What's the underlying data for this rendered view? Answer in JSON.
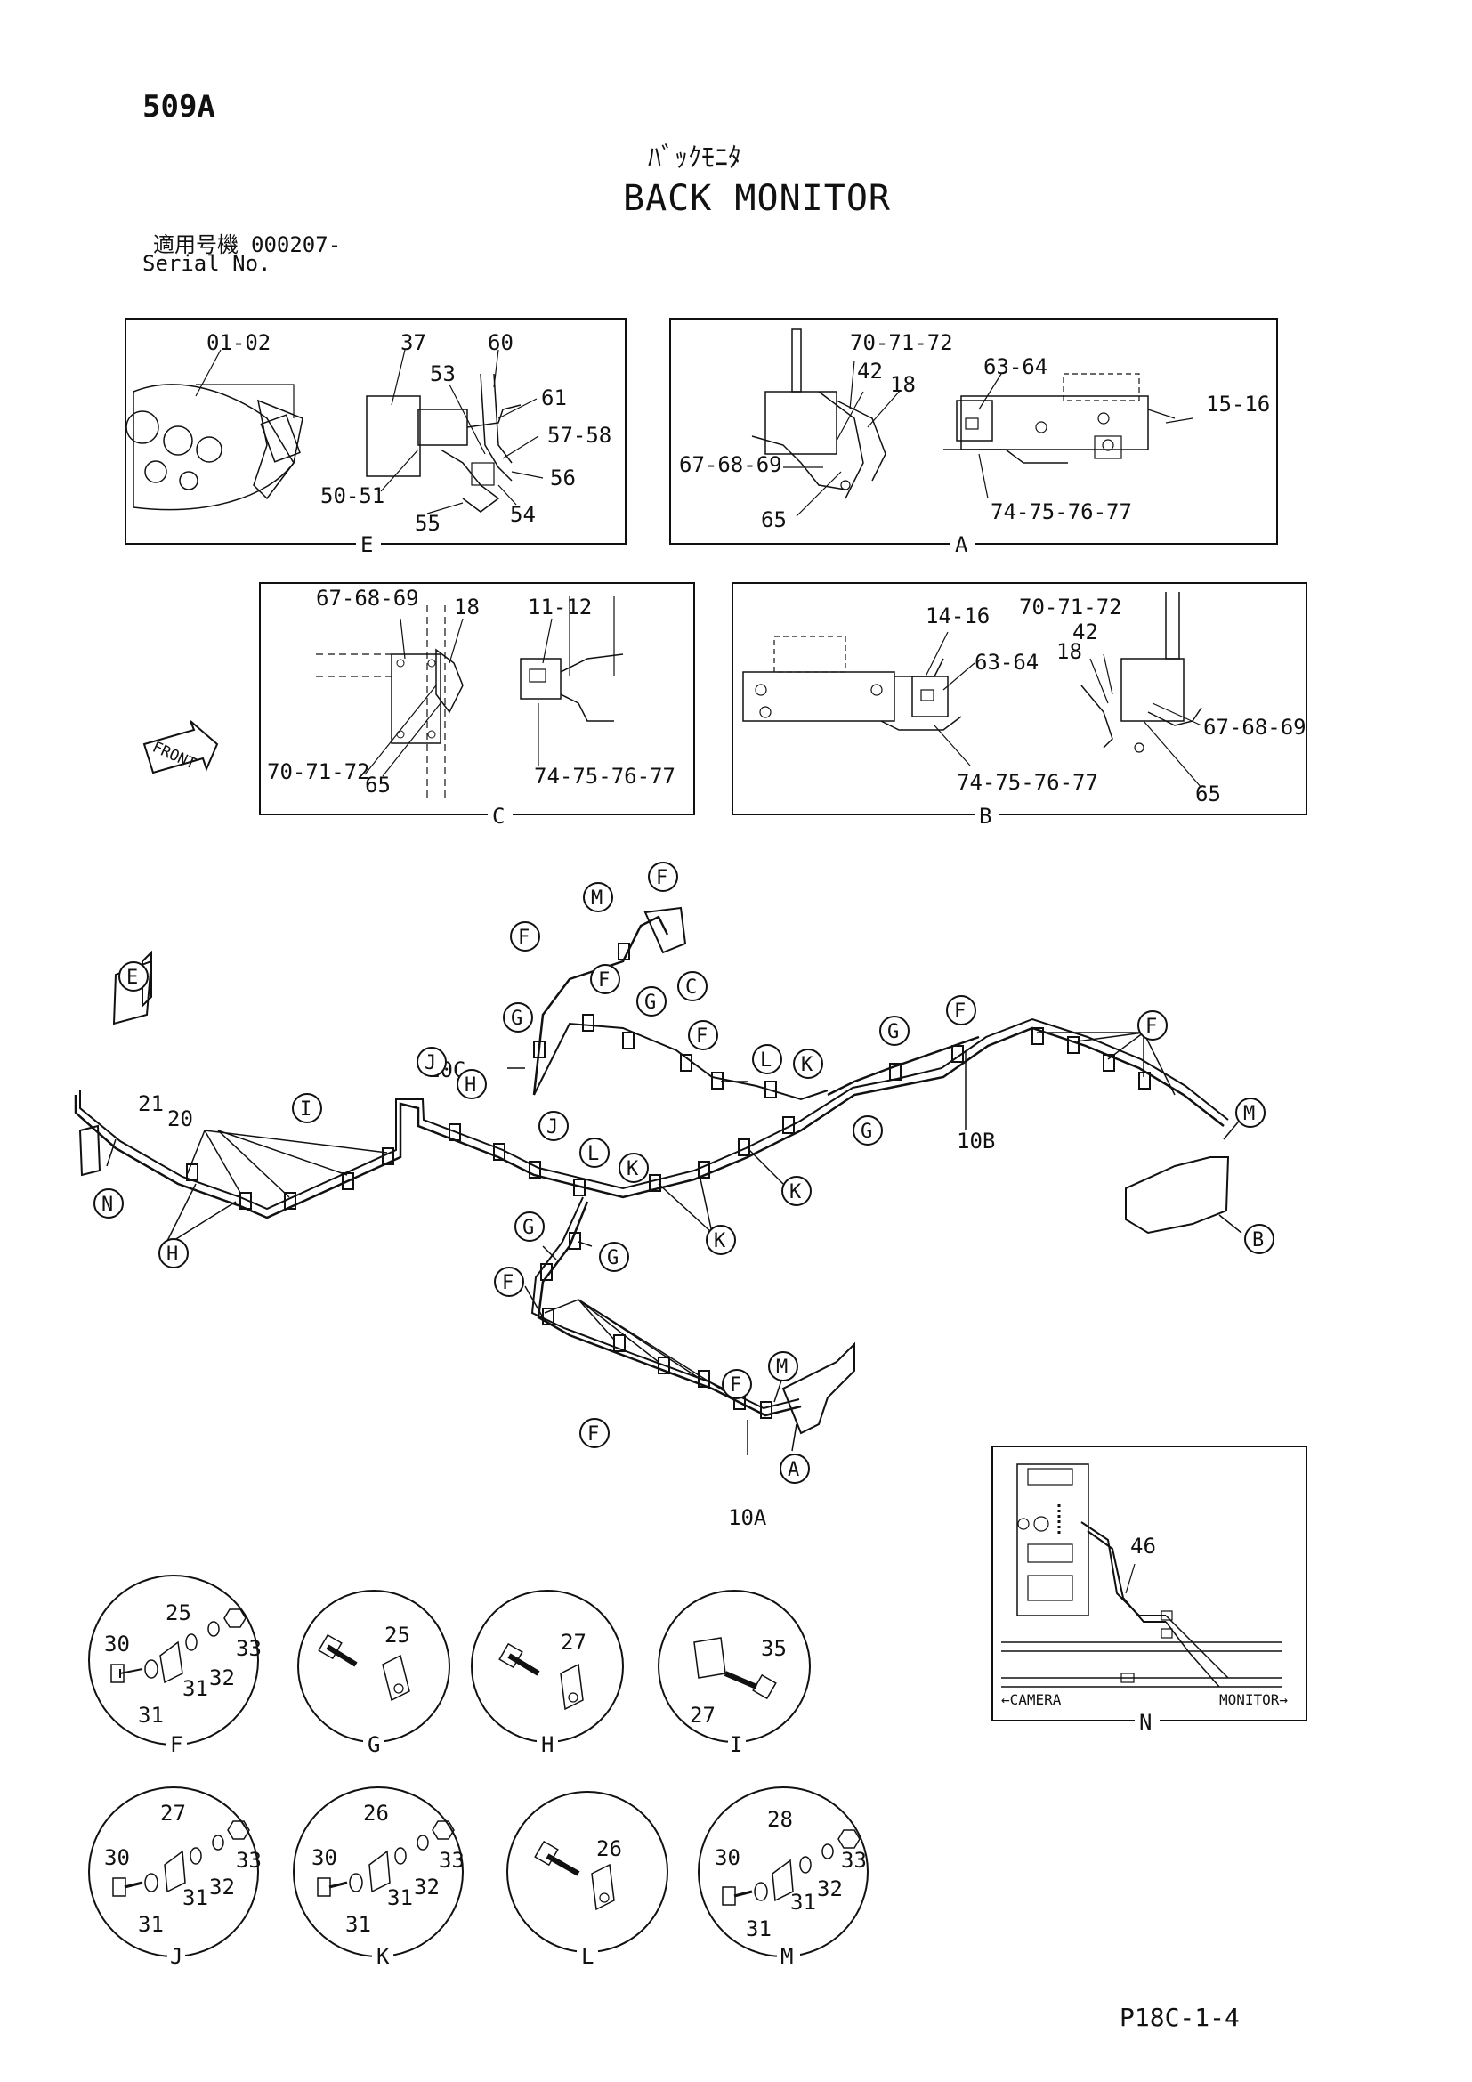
{
  "header": {
    "page_code": "509A",
    "title_jp": "ﾊﾞｯｸﾓﾆﾀ",
    "title_en": "BACK MONITOR",
    "serial_label_jp": "適用号機",
    "serial_value": "000207-",
    "serial_label_en": "Serial No."
  },
  "footer": {
    "page_number": "P18C-1-4"
  },
  "details": {
    "E": {
      "label": "E",
      "parts": [
        "01-02",
        "37",
        "60",
        "53",
        "61",
        "57-58",
        "56",
        "50-51",
        "55",
        "54"
      ]
    },
    "A": {
      "label": "A",
      "parts": [
        "70-71-72",
        "42",
        "18",
        "63-64",
        "15-16",
        "67-68-69",
        "65",
        "74-75-76-77"
      ]
    },
    "C": {
      "label": "C",
      "parts": [
        "67-68-69",
        "18",
        "11-12",
        "70-71-72",
        "65",
        "74-75-76-77"
      ]
    },
    "B": {
      "label": "B",
      "parts": [
        "14-16",
        "70-71-72",
        "42",
        "18",
        "63-64",
        "67-68-69",
        "74-75-76-77",
        "65"
      ]
    },
    "N": {
      "label": "N",
      "parts": [
        "46"
      ],
      "left_caption": "←CAMERA",
      "right_caption": "MONITOR→"
    }
  },
  "front_arrow": "FRONT",
  "harness": {
    "labels": [
      "10C",
      "10B",
      "10A",
      "21",
      "20"
    ],
    "callouts": [
      "E",
      "N",
      "H",
      "I",
      "J",
      "H",
      "M",
      "F",
      "F",
      "C",
      "F",
      "G",
      "G",
      "F",
      "L",
      "K",
      "J",
      "L",
      "K",
      "K",
      "G",
      "F",
      "G",
      "F",
      "M",
      "B",
      "K",
      "G",
      "G",
      "F",
      "F",
      "F",
      "M",
      "A"
    ]
  },
  "fasteners": [
    {
      "label": "F",
      "parts": [
        "25",
        "30",
        "31",
        "32",
        "33",
        "31"
      ]
    },
    {
      "label": "G",
      "parts": [
        "25"
      ]
    },
    {
      "label": "H",
      "parts": [
        "27"
      ]
    },
    {
      "label": "I",
      "parts": [
        "35",
        "27"
      ]
    },
    {
      "label": "J",
      "parts": [
        "27",
        "30",
        "31",
        "32",
        "33",
        "31"
      ]
    },
    {
      "label": "K",
      "parts": [
        "26",
        "30",
        "31",
        "32",
        "33",
        "31"
      ]
    },
    {
      "label": "L",
      "parts": [
        "26"
      ]
    },
    {
      "label": "M",
      "parts": [
        "28",
        "30",
        "31",
        "32",
        "33",
        "31"
      ]
    }
  ]
}
